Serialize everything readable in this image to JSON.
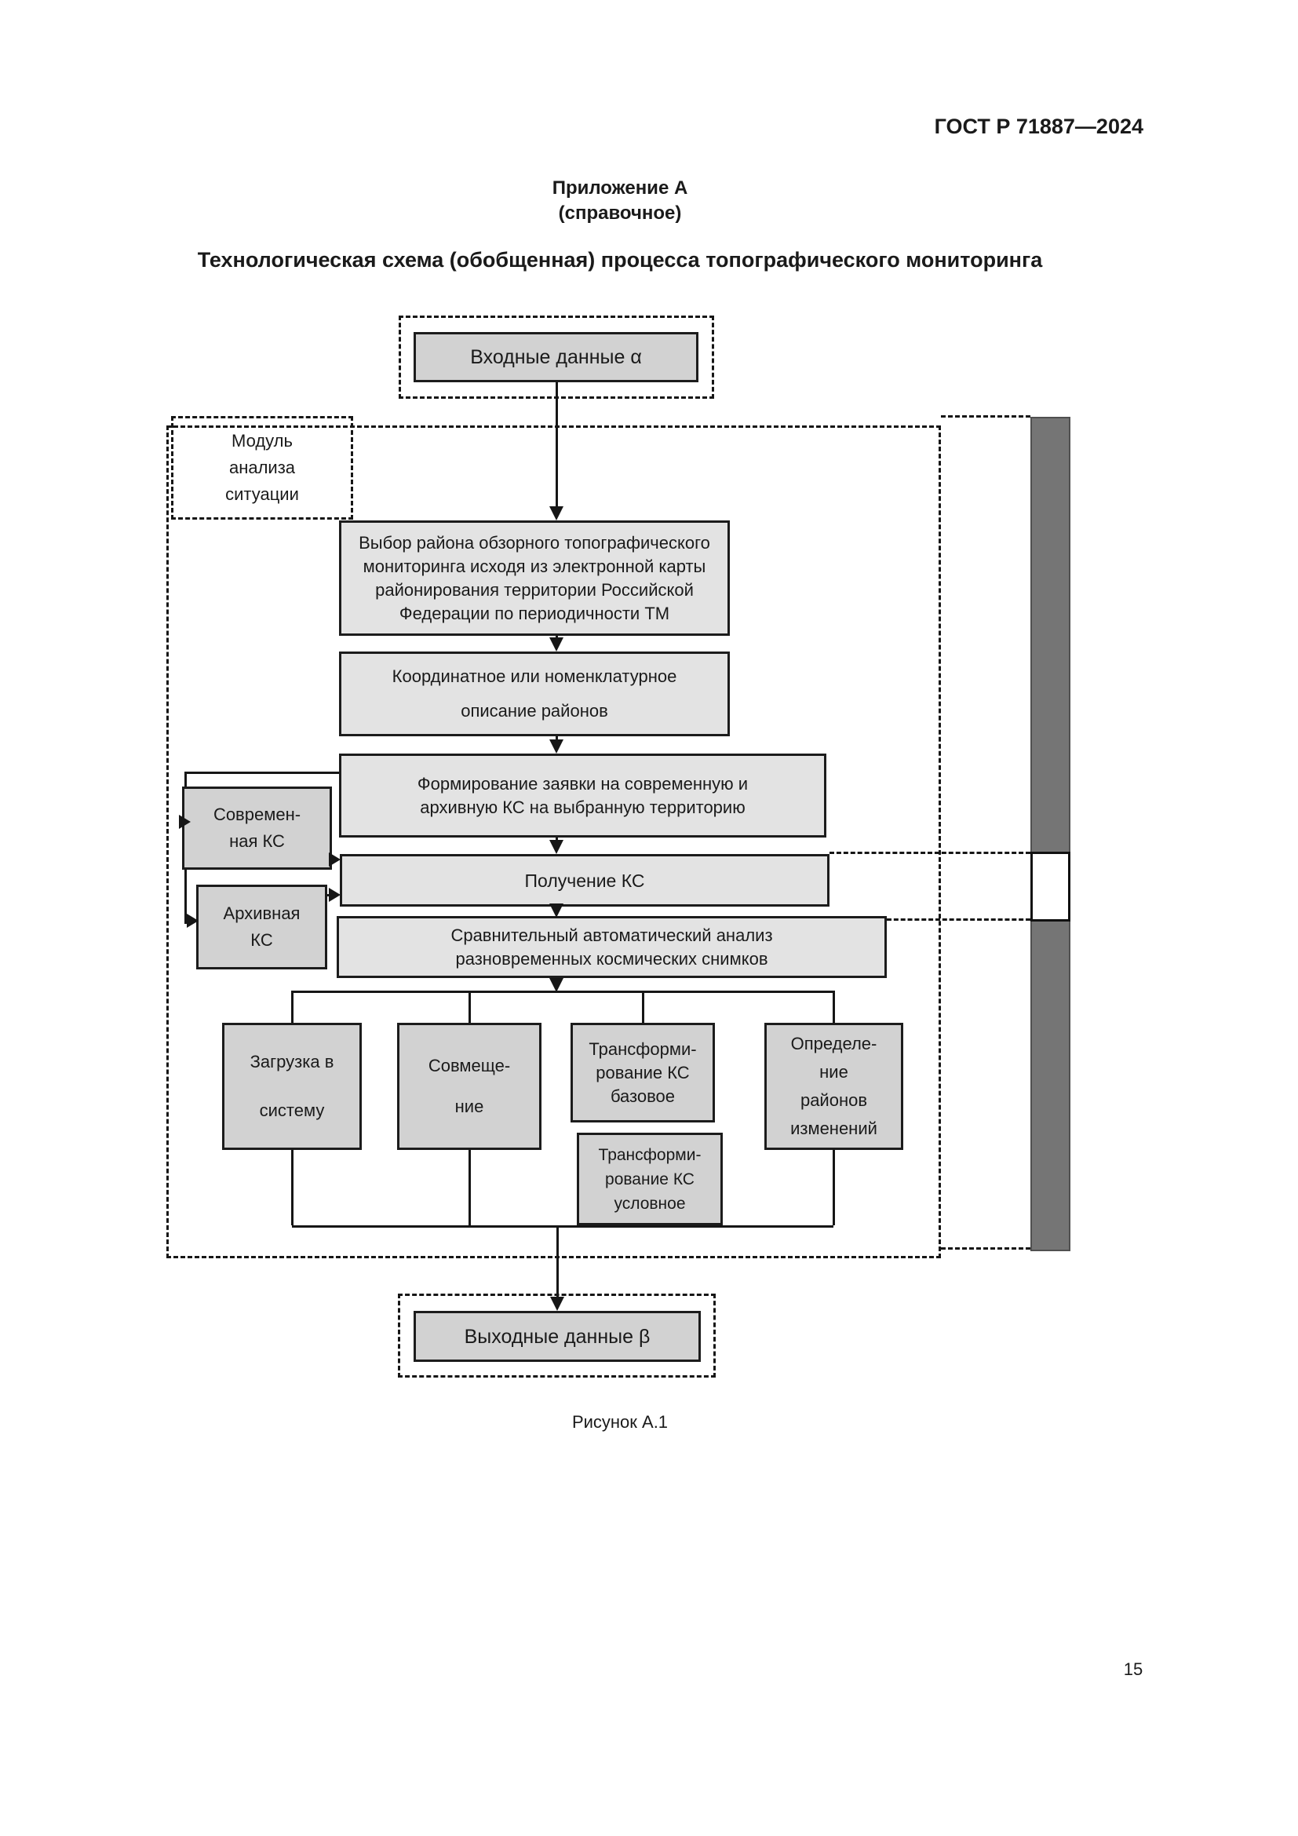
{
  "page": {
    "standard_number": "ГОСТ Р 71887—2024",
    "appendix_label": "Приложение А",
    "appendix_type": "(справочное)",
    "title": "Технологическая схема (обобщенная) процесса топографического мониторинга",
    "figure_caption": "Рисунок А.1",
    "page_number": "15"
  },
  "diagram": {
    "input_box": "Входные данные α",
    "output_box": "Выходные данные β",
    "module_box": {
      "lines": [
        "Модуль",
        "анализа",
        "ситуации"
      ]
    },
    "steps": {
      "select_region": {
        "lines": [
          "Выбор района обзорного топографического",
          "мониторинга исходя из электронной карты",
          "районирования территории Российской",
          "Федерации по периодичности ТМ"
        ]
      },
      "coordinate_description": {
        "lines": [
          "Координатное или номенклатурное",
          "описание районов"
        ]
      },
      "request_formation": {
        "lines": [
          "Формирование заявки на современную и",
          "архивную КС на выбранную территорию"
        ]
      },
      "receive_ks": "Получение КС",
      "comparative_analysis": {
        "lines": [
          "Сравнительный автоматический анализ",
          "разновременных космических снимков"
        ]
      }
    },
    "sources": {
      "modern_ks": {
        "lines": [
          "Современ-",
          "ная КС"
        ]
      },
      "archive_ks": {
        "lines": [
          "Архивная",
          "КС"
        ]
      }
    },
    "operations": {
      "load_to_system": {
        "lines": [
          "Загрузка в",
          "систему"
        ]
      },
      "alignment": {
        "lines": [
          "Совмеще-",
          "ние"
        ]
      },
      "transform_base": {
        "lines": [
          "Трансформи-",
          "рование КС",
          "базовое"
        ]
      },
      "transform_conditional": {
        "lines": [
          "Трансформи-",
          "рование КС",
          "условное"
        ]
      },
      "change_detection": {
        "lines": [
          "Определе-",
          "ние",
          "районов",
          "изменений"
        ]
      }
    },
    "colors": {
      "process_box_fill": "#e3e3e3",
      "data_box_fill": "#d2d2d2",
      "line_color": "#1a1a1a",
      "side_bar_fill": "#757575"
    }
  }
}
